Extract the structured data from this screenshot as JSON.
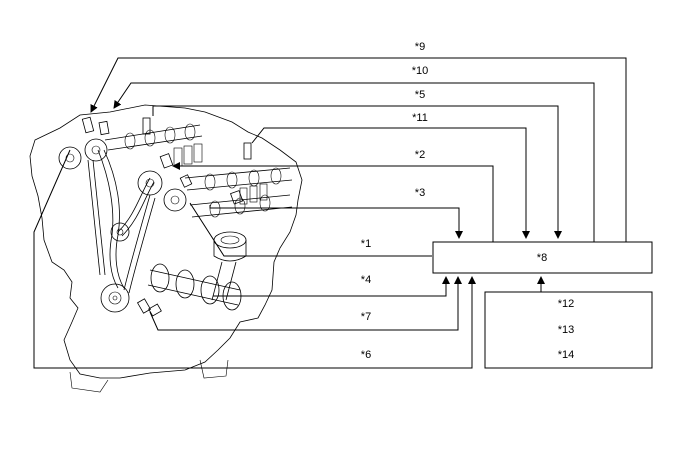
{
  "callouts": {
    "c1": "*1",
    "c2": "*2",
    "c3": "*3",
    "c4": "*4",
    "c5": "*5",
    "c6": "*6",
    "c7": "*7",
    "c8": "*8",
    "c9": "*9",
    "c10": "*10",
    "c11": "*11",
    "c12": "*12",
    "c13": "*13",
    "c14": "*14"
  }
}
